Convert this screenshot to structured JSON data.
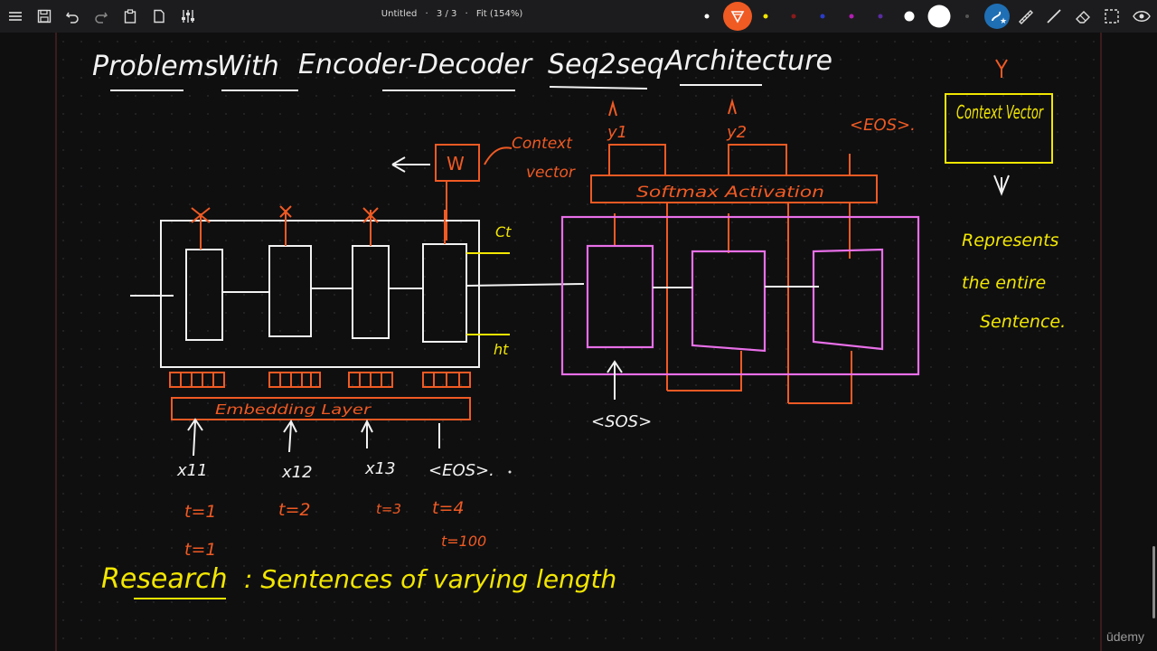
{
  "toolbar": {
    "document_title": "Untitled",
    "page_indicator": "3 / 3",
    "zoom": "Fit (154%)",
    "separator": "·",
    "icons": [
      "menu-icon",
      "save-icon",
      "undo-icon",
      "redo-icon",
      "clipboard-icon",
      "page-icon",
      "sliders-icon",
      "pen-tool-icon",
      "shape-recognition-icon",
      "ruler-icon",
      "line-icon",
      "eraser-icon",
      "lasso-icon",
      "view-icon"
    ],
    "palette_colors": [
      "#ffffff",
      "#f05a23",
      "#f2e600",
      "#8b1a1a",
      "#2a3cc9",
      "#b31eb3",
      "#5a2ca0",
      "#ffffff",
      "#ffffff"
    ],
    "active_color": "#f05a23"
  },
  "notes": {
    "title_words": [
      "Problems",
      "With",
      "Encoder-Decoder",
      "Seq2seq",
      "Architecture"
    ],
    "context_vector_box": "Context Vector",
    "context_vector_desc": [
      "Represents",
      "the entire",
      "Sentence."
    ],
    "w_box": "W",
    "context_vector_annotation": [
      "Context",
      "vector"
    ],
    "eos_top": "<EOS>.",
    "y_outputs": [
      "y1",
      "y2"
    ],
    "softmax_label": "Softmax Activation",
    "ct_label": "Ct",
    "ht_label": "ht",
    "embedding_label": "Embedding Layer",
    "inputs": [
      "x11",
      "x12",
      "x13",
      "<EOS>."
    ],
    "timesteps": [
      "t=1",
      "t=2",
      "t=3",
      "t=4"
    ],
    "extra_notes": [
      "t=1",
      "t=100"
    ],
    "sos_label": "<SOS>",
    "research_note": "Research",
    "research_rest": ": Sentences of varying length"
  },
  "watermark": "ūdemy",
  "colors": {
    "background": "#0f0f10",
    "ink_white": "#f2f2f2",
    "ink_orange": "#f05a23",
    "ink_yellow": "#f2e600",
    "ink_pink": "#e86fe8",
    "grid_dot": "#2e2e30",
    "margin_line": "#6b2a2a"
  }
}
